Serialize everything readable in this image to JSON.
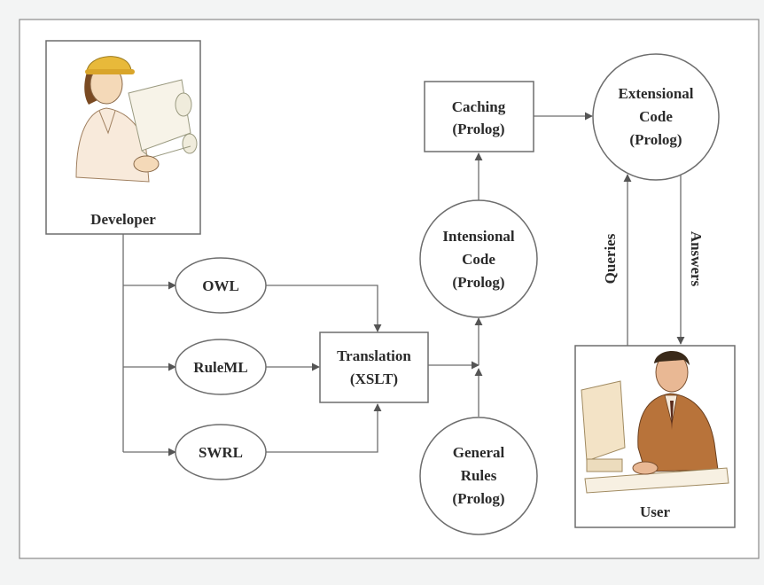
{
  "nodes": {
    "developer": {
      "label": "Developer"
    },
    "owl": {
      "label": "OWL"
    },
    "ruleml": {
      "label": "RuleML"
    },
    "swrl": {
      "label": "SWRL"
    },
    "translation": {
      "line1": "Translation",
      "line2": "(XSLT)"
    },
    "intensional": {
      "line1": "Intensional",
      "line2": "Code",
      "line3": "(Prolog)"
    },
    "caching": {
      "line1": "Caching",
      "line2": "(Prolog)"
    },
    "extensional": {
      "line1": "Extensional",
      "line2": "Code",
      "line3": "(Prolog)"
    },
    "general_rules": {
      "line1": "General",
      "line2": "Rules",
      "line3": "(Prolog)"
    },
    "user": {
      "label": "User"
    }
  },
  "edges": {
    "queries": "Queries",
    "answers": "Answers"
  },
  "colors": {
    "background": "#f3f4f4",
    "stroke": "#6d6d6d",
    "text": "#2b2b2b",
    "skin": "#f4d9b8",
    "helmet": "#e8b93a",
    "suit": "#b8733a"
  }
}
